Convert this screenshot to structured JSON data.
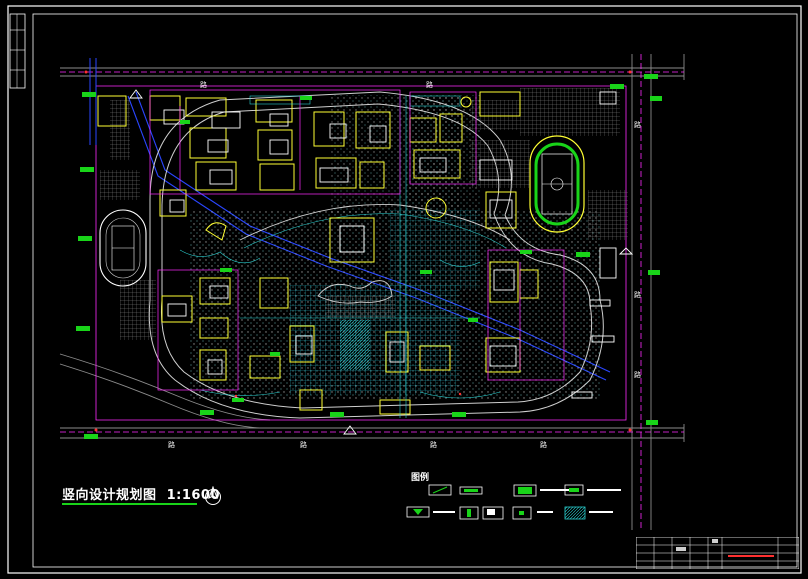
{
  "drawing": {
    "title": "竖向设计规划图",
    "scale": "1:1600",
    "legend_heading": "图例",
    "road_labels": [
      "路",
      "路",
      "路",
      "路",
      "路",
      "路",
      "路",
      "路",
      "路"
    ],
    "colors": {
      "background": "#000000",
      "frame": "#ffffff",
      "road_boundary": "#ff2bff",
      "building_main": "#ffff33",
      "building_alt": "#ffffff",
      "green": "#19d419",
      "cyan": "#22d3e6",
      "water": "#2a46ff",
      "red": "#ff3030"
    }
  },
  "legend_items": [
    {
      "name": "legend-slope-arrow",
      "icon": "slope-symbol"
    },
    {
      "name": "legend-elevation-bar",
      "icon": "elevation-symbol"
    },
    {
      "name": "legend-green-block",
      "icon": "green-block-symbol"
    },
    {
      "name": "legend-green-outline",
      "icon": "green-outline-symbol"
    },
    {
      "name": "legend-arrow-down",
      "icon": "down-arrow-symbol"
    },
    {
      "name": "legend-tree-marker",
      "icon": "marker-symbol"
    },
    {
      "name": "legend-box-marker",
      "icon": "box-symbol"
    },
    {
      "name": "legend-point",
      "icon": "point-symbol"
    },
    {
      "name": "legend-hatch",
      "icon": "hatch-symbol"
    }
  ]
}
